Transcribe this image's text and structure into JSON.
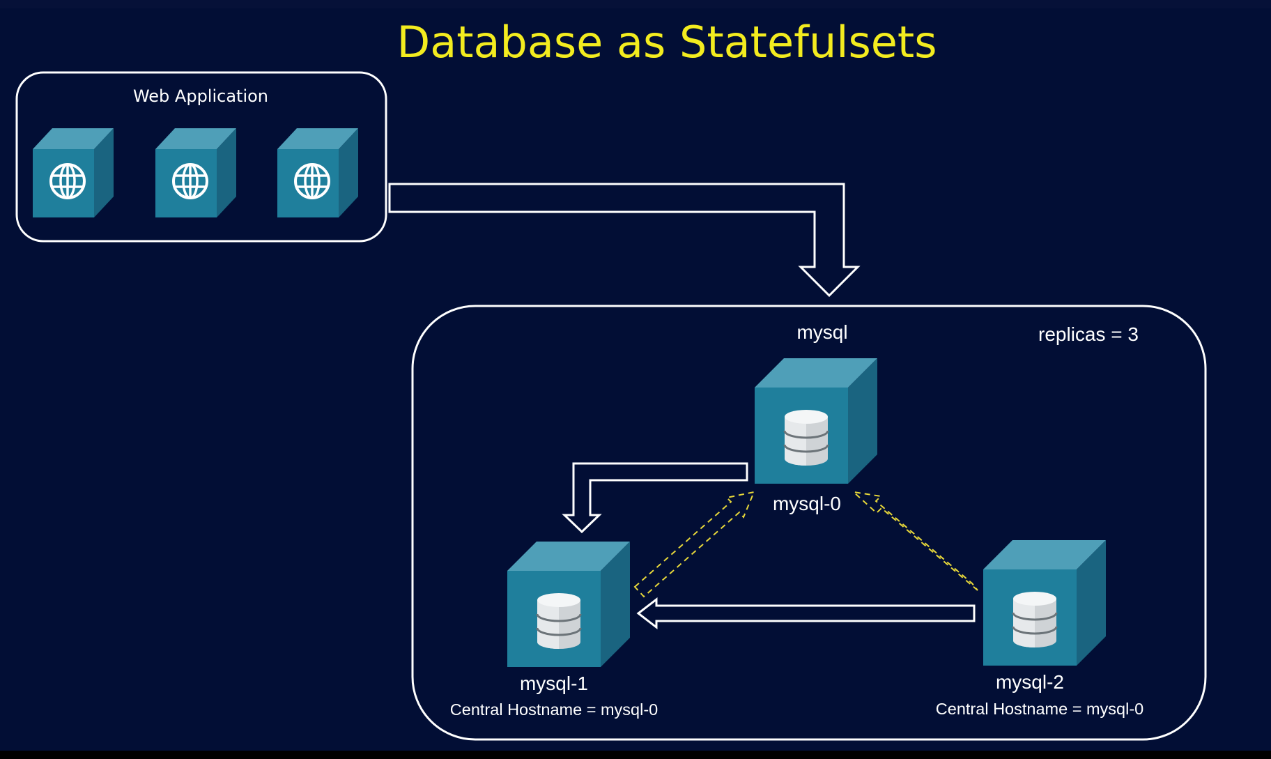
{
  "title": "Database as Statefulsets",
  "colors": {
    "background": "#020e35",
    "title": "#f3ec1f",
    "cube_front": "#1f7f9c",
    "cube_top": "#4f9fb8",
    "cube_side": "#1a6480",
    "outline": "#ffffff",
    "dashed_arrow": "#e8d83a"
  },
  "web_app": {
    "label": "Web Application",
    "pods": [
      {
        "icon": "globe-icon"
      },
      {
        "icon": "globe-icon"
      },
      {
        "icon": "globe-icon"
      }
    ]
  },
  "statefulset": {
    "name": "mysql",
    "replicas_label": "replicas = 3",
    "pods": [
      {
        "name": "mysql-0",
        "icon": "database-icon"
      },
      {
        "name": "mysql-1",
        "icon": "database-icon",
        "note": "Central Hostname = mysql-0"
      },
      {
        "name": "mysql-2",
        "icon": "database-icon",
        "note": "Central Hostname = mysql-0"
      }
    ]
  }
}
